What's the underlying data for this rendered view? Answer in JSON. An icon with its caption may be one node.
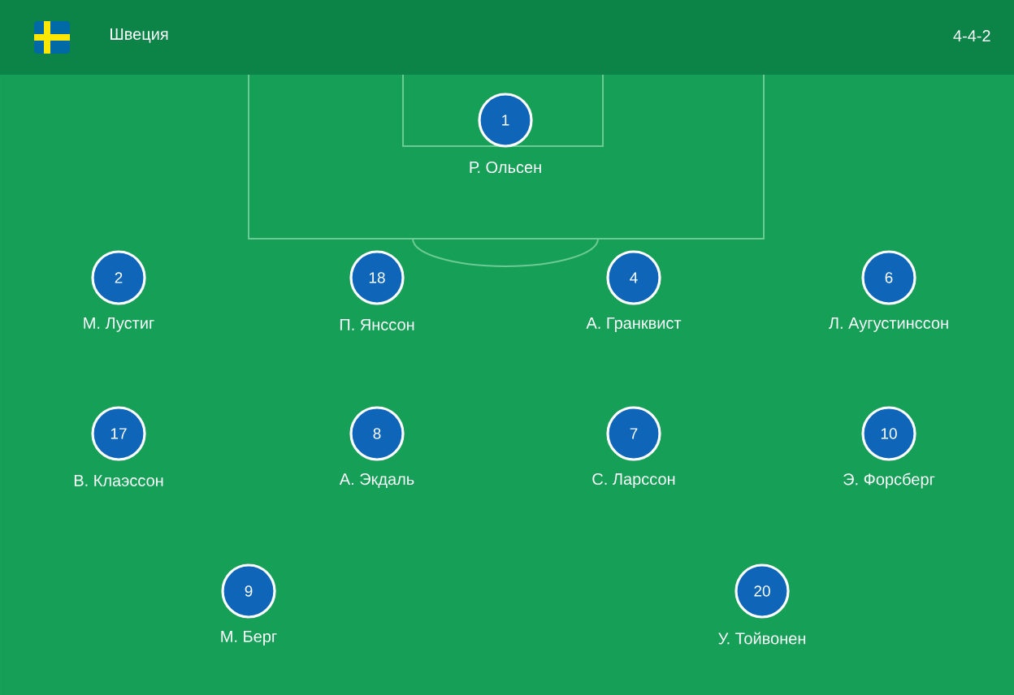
{
  "diagram": {
    "title": "Швеция",
    "nodes": [
      {
        "text": [
          "1"
        ],
        "beside": [
          "Р. Ольсен"
        ]
      },
      {
        "text": [
          "2"
        ],
        "beside": [
          "М. Лустиг"
        ]
      },
      {
        "text": [
          "18"
        ],
        "beside": [
          "П. Янссон"
        ]
      },
      {
        "text": [
          "4"
        ],
        "beside": [
          "А. Гранквист"
        ]
      },
      {
        "text": [
          "6"
        ],
        "beside": [
          "Л. Аугустинссон"
        ]
      },
      {
        "text": [
          "17"
        ],
        "beside": [
          "В. Клаэссон"
        ]
      },
      {
        "text": [
          "8"
        ],
        "beside": [
          "А. Экдаль"
        ]
      },
      {
        "text": [
          "7"
        ],
        "beside": [
          "С. Ларссон"
        ]
      },
      {
        "text": [
          "10"
        ],
        "beside": [
          "Э. Форсберг"
        ]
      },
      {
        "text": [
          "9"
        ],
        "beside": [
          "М. Берг"
        ]
      },
      {
        "text": [
          "20"
        ],
        "beside": [
          "У. Тойвонен"
        ]
      }
    ],
    "edges": [],
    "labels": [
      "4-4-2"
    ]
  }
}
